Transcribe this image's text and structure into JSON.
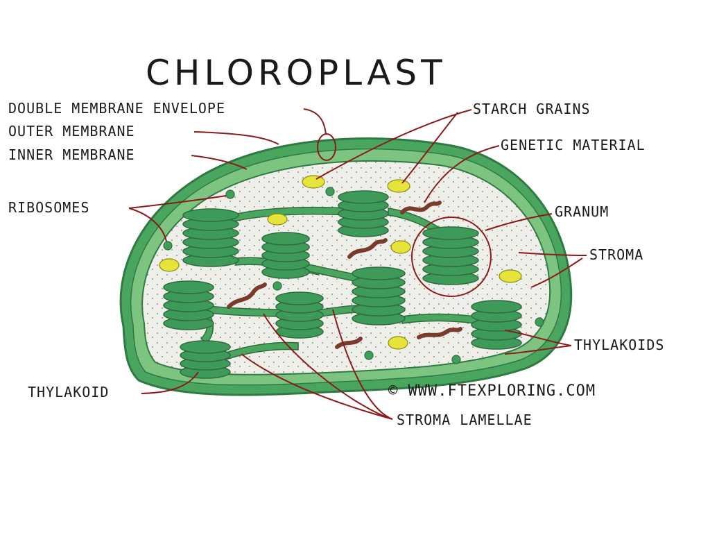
{
  "diagram": {
    "title": "CHLOROPLAST",
    "copyright": "© WWW.FTEXPLORING.COM",
    "labels": {
      "double_membrane_envelope": "DOUBLE MEMBRANE ENVELOPE",
      "outer_membrane": "OUTER MEMBRANE",
      "inner_membrane": "INNER MEMBRANE",
      "ribosomes": "RIBOSOMES",
      "thylakoid": "THYLAKOID",
      "starch_grains": "STARCH GRAINS",
      "genetic_material": "GENETIC MATERIAL",
      "granum": "GRANUM",
      "stroma": "STROMA",
      "thylakoids": "THYLAKOIDS",
      "stroma_lamellae": "STROMA LAMELLAE"
    },
    "colors": {
      "membrane": "#4aa55f",
      "membrane_dark": "#2f7a44",
      "stroma": "#efefea",
      "thylakoid": "#3e9a58",
      "starch": "#e6e43a",
      "dna": "#7a3b2e",
      "ribosome": "#3f9e5a",
      "leader": "#8b1a1a"
    },
    "icons": [
      "copyright-icon"
    ]
  }
}
